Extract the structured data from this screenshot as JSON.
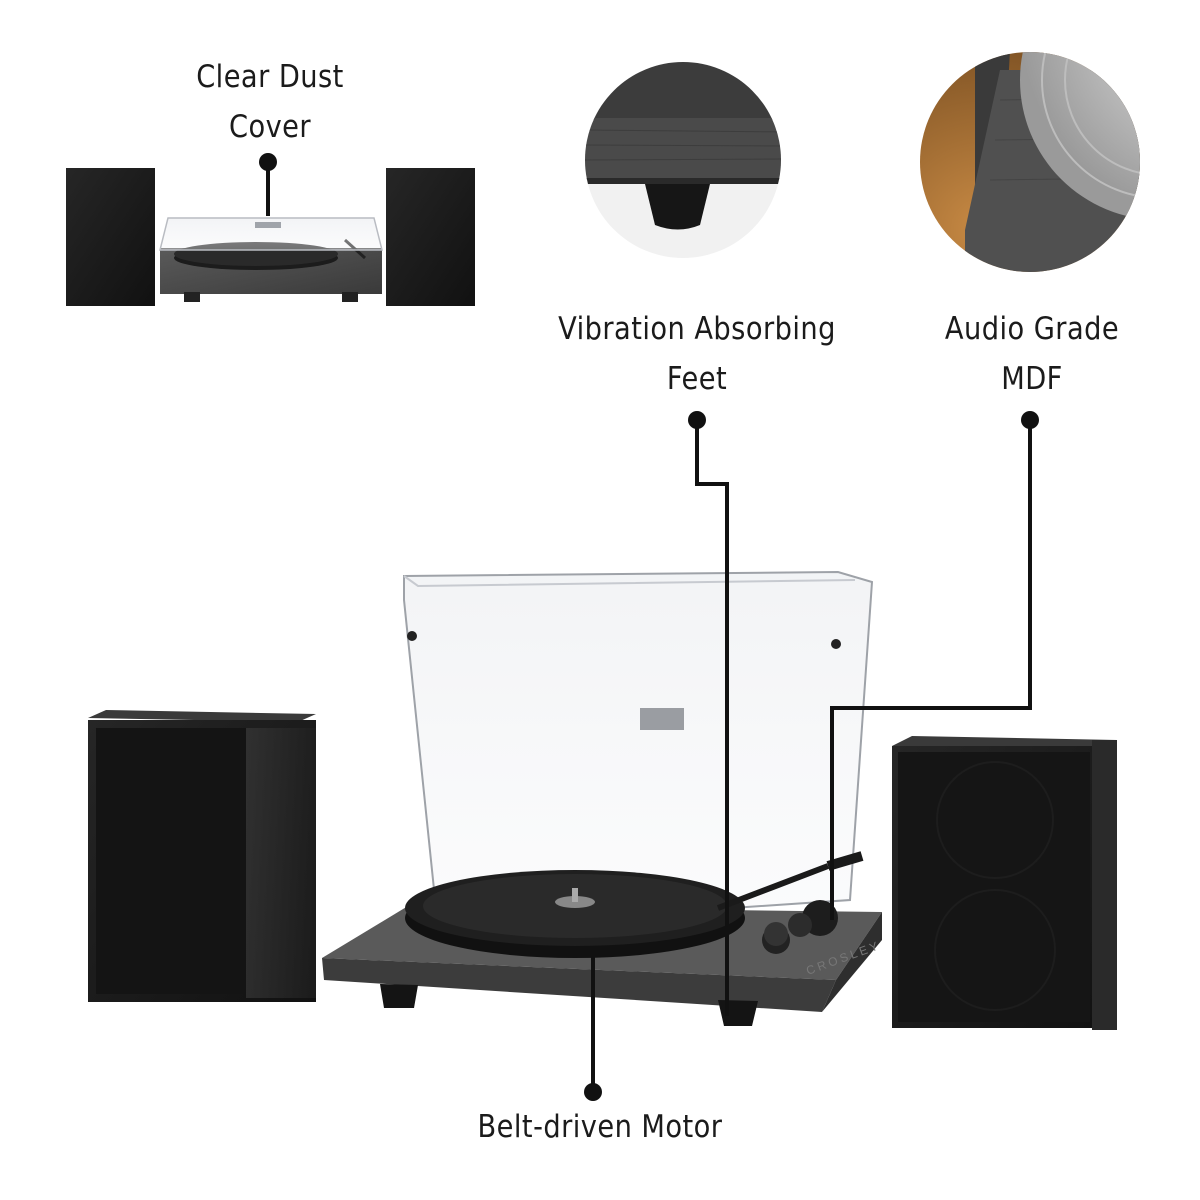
{
  "annotations": {
    "dust_cover": {
      "line1": "Clear Dust",
      "line2": "Cover"
    },
    "feet": {
      "line1": "Vibration Absorbing",
      "line2": "Feet"
    },
    "mdf": {
      "line1": "Audio Grade",
      "line2": "MDF"
    },
    "motor": {
      "line1": "Belt-driven Motor"
    }
  },
  "brand_mark": "CROSLEY",
  "colors": {
    "text": "#1b1b1b",
    "callout_line": "#111111",
    "speaker": "#1e1e1e",
    "plinth": "#4a4a4a",
    "wood": "#b07a3c"
  }
}
